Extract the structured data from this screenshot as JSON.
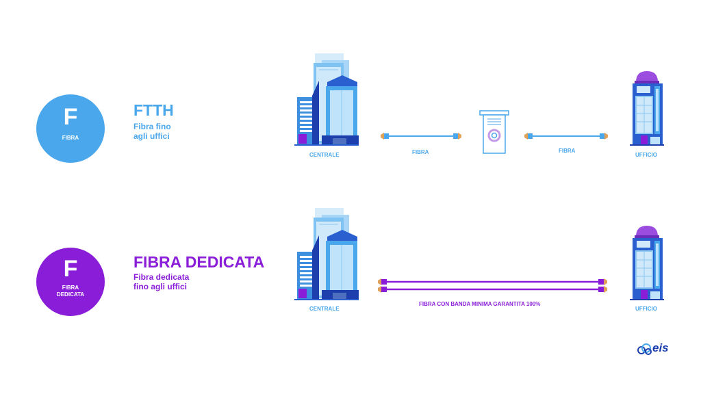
{
  "ftth": {
    "badge_letter": "F",
    "badge_caption": "FIBRA",
    "title": "FTTH",
    "subtitle_line1": "Fibra fino",
    "subtitle_line2": "agli uffici",
    "label_centrale": "CENTRALE",
    "label_fibra_1": "FIBRA",
    "label_fibra_2": "FIBRA",
    "label_ufficio": "UFFICIO"
  },
  "dedicata": {
    "badge_letter": "F",
    "badge_caption_line1": "FIBRA",
    "badge_caption_line2": "DEDICATA",
    "title": "FIBRA DEDICATA",
    "subtitle_line1": "Fibra dedicata",
    "subtitle_line2": "fino agli uffici",
    "label_centrale": "CENTRALE",
    "label_link": "FIBRA CON BANDA MINIMA GARANTITA 100%",
    "label_ufficio": "UFFICIO"
  },
  "brand": {
    "name": "eis"
  },
  "colors": {
    "blue": "#4aa7ec",
    "purple": "#8a1ed8",
    "navy": "#1d3fae",
    "connector": "#e0a25a"
  },
  "icons": [
    "central-office-building-icon",
    "office-tower-icon",
    "street-cabinet-icon",
    "fiber-connector-icon",
    "cloud-logo-icon"
  ]
}
